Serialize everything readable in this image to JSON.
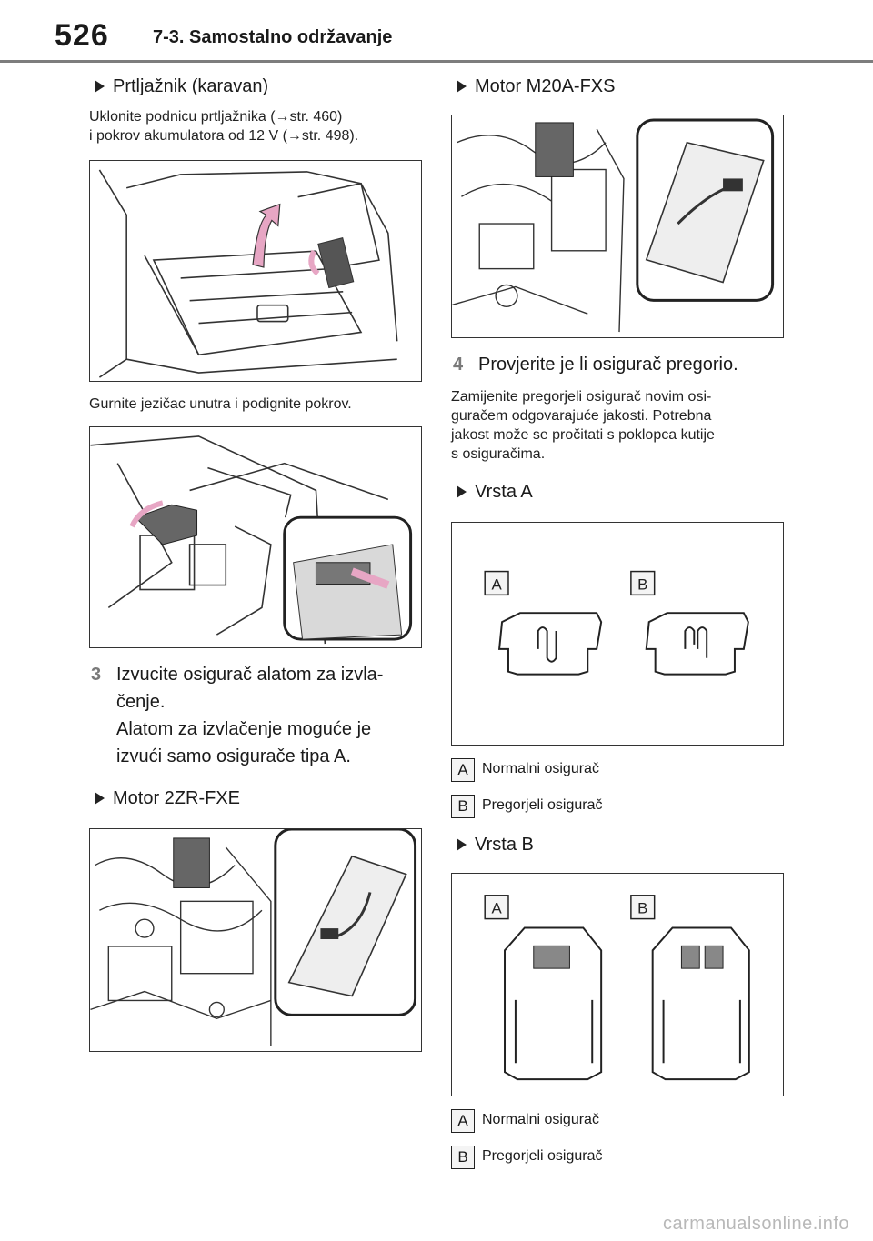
{
  "header": {
    "page_number": "526",
    "section_title": "7-3. Samostalno održavanje"
  },
  "left": {
    "heading_trunk": "Prtljažnik (karavan)",
    "text_trunk_line1": "Uklonite podnicu prtljažnika (→str. 460)",
    "text_trunk_line2": "i pokrov akumulatora od 12 V (→str. 498).",
    "caption_slide": "Gurnite jezičac unutra i podignite pokrov.",
    "step3_number": "3",
    "step3_line1": "Izvucite osigurač alatom za izvla-",
    "step3_line2": "čenje.",
    "step3_line3": "Alatom za izvlačenje moguće je",
    "step3_line4": "izvući samo osigurače tipa A.",
    "heading_engine_2zr": "Motor 2ZR-FXE"
  },
  "right": {
    "heading_engine_m20a": "Motor M20A-FXS",
    "step4_number": "4",
    "step4_text": "Provjerite je li osigurač pregorio.",
    "step4_line1": "Zamijenite pregorjeli osigurač novim osi-",
    "step4_line2": "guračem odgovarajuće jakosti. Potrebna",
    "step4_line3": "jakost može se pročitati s poklopca kutije",
    "step4_line4": "s osiguračima.",
    "heading_type_a": "Vrsta A",
    "heading_type_b": "Vrsta B",
    "fig_label_a": "A",
    "fig_label_b": "B",
    "legend_a_badge": "A",
    "legend_a_text": "Normalni osigurač",
    "legend_b_badge": "B",
    "legend_b_text": "Pregorjeli osigurač"
  },
  "colors": {
    "accent_pink": "#e7a6c4",
    "step_number_grey": "#7a7a7a",
    "rule_grey": "#7d7d7d"
  },
  "watermark": "carmanualsonline.info"
}
